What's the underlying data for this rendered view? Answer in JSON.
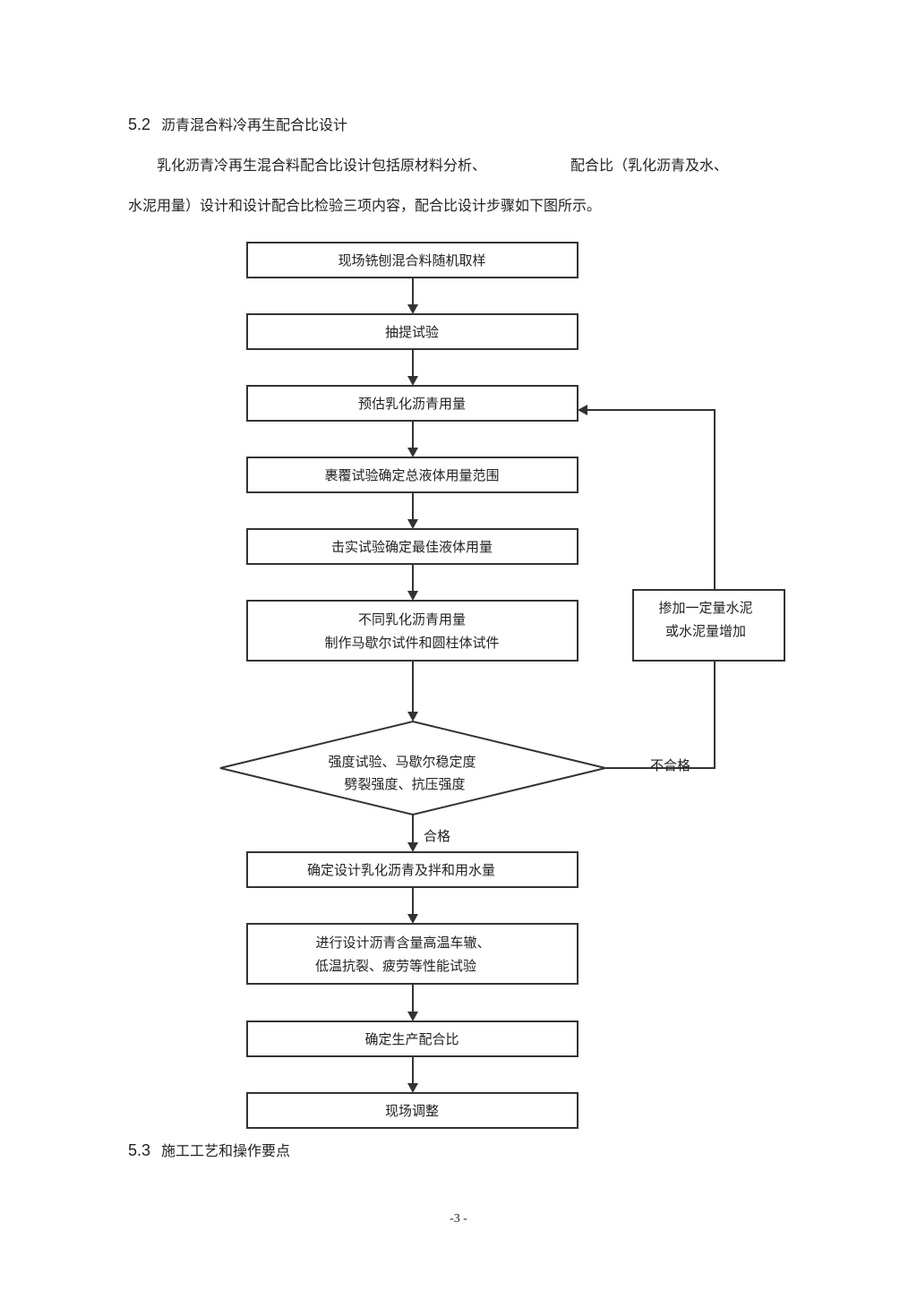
{
  "section_5_2": {
    "number": "5.2",
    "title": "沥青混合料冷再生配合比设计"
  },
  "paragraph": {
    "line1_part1": "乳化沥青冷再生混合料配合比设计包括原材料分析、",
    "line1_part2": "配合比（乳化沥青及水、",
    "line2": "水泥用量）设计和设计配合比检验三项内容，配合比设计步骤如下图所示。"
  },
  "flowchart": {
    "steps": [
      {
        "lines": [
          "现场铣刨混合料随机取样"
        ]
      },
      {
        "lines": [
          "抽提试验"
        ]
      },
      {
        "lines": [
          "预估乳化沥青用量"
        ]
      },
      {
        "lines": [
          "裹覆试验确定总液体用量范围"
        ]
      },
      {
        "lines": [
          "击实试验确定最佳液体用量"
        ]
      },
      {
        "lines": [
          "不同乳化沥青用量",
          "制作马歇尔试件和圆柱体试件"
        ]
      }
    ],
    "decision": {
      "lines": [
        "强度试验、马歇尔稳定度",
        "劈裂强度、抗压强度"
      ]
    },
    "pass_label": "合格",
    "fail_label": "不合格",
    "feedback_box": {
      "lines": [
        "掺加一定量水泥",
        "或水泥量增加"
      ]
    },
    "final_steps": [
      {
        "lines": [
          "确定设计乳化沥青及拌和用水量"
        ]
      },
      {
        "lines": [
          "进行设计沥青含量高温车辙、",
          "低温抗裂、疲劳等性能试验"
        ]
      },
      {
        "lines": [
          "确定生产配合比"
        ]
      },
      {
        "lines": [
          "现场调整"
        ]
      }
    ]
  },
  "section_5_3": {
    "number": "5.3",
    "title": "施工工艺和操作要点"
  },
  "page_number": "-3 -"
}
